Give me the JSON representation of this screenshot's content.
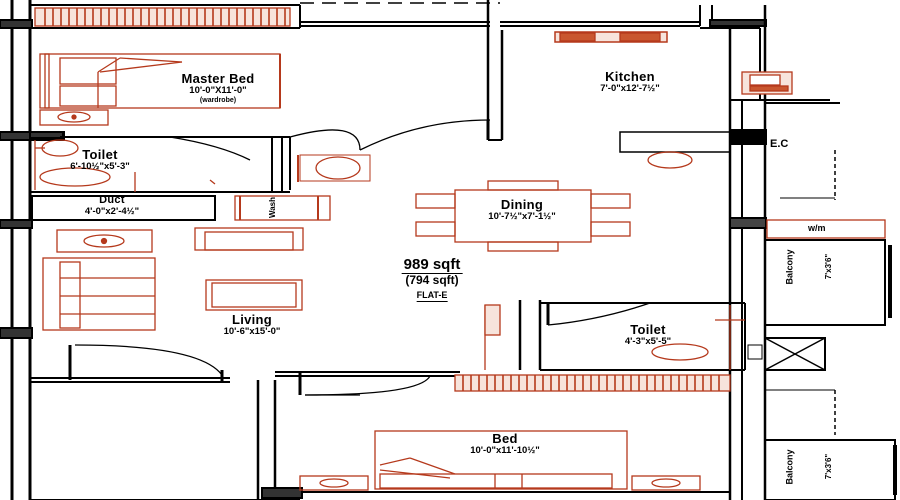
{
  "plan": {
    "title": "FLAT-E",
    "area": {
      "saleable": "989 sqft",
      "carpet": "(794 sqft)",
      "flat": "FLAT-E"
    },
    "rooms": [
      {
        "id": "master-bed",
        "name": "Master Bed",
        "dim": "10'-0\"X11'-0\"",
        "sub": "(wardrobe)"
      },
      {
        "id": "kitchen",
        "name": "Kitchen",
        "dim": "7'-0\"x12'-7½\""
      },
      {
        "id": "toilet-1",
        "name": "Toilet",
        "dim": "6'-10½\"x5'-3\""
      },
      {
        "id": "duct",
        "name": "Duct",
        "dim": "4'-0\"x2'-4½\""
      },
      {
        "id": "dining",
        "name": "Dining",
        "dim": "10'-7½\"x7'-1½\""
      },
      {
        "id": "living",
        "name": "Living",
        "dim": "10'-6\"x15'-0\""
      },
      {
        "id": "toilet-2",
        "name": "Toilet",
        "dim": "4'-3\"x5'-5\""
      },
      {
        "id": "bed",
        "name": "Bed",
        "dim": "10'-0\"x11'-10½\""
      }
    ],
    "labels": {
      "ec": "E.C",
      "wm": "w/m",
      "balcony1": "Balcony",
      "balcony1_dim": "7'x3'6\"",
      "balcony2": "Balcony",
      "balcony2_dim": "7'x3'6\"",
      "wash": "Wash"
    },
    "colors": {
      "wall": "#000000",
      "furniture": "#b5391c",
      "furniture_fill": "#f7e4dc",
      "background": "#ffffff"
    }
  }
}
